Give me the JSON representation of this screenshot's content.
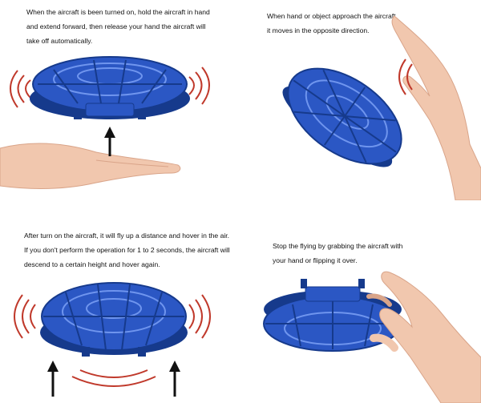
{
  "panels": [
    {
      "caption": [
        "When the aircraft is been turned on, hold the aircraft in hand",
        "and extend forward, then release your hand the aircraft will",
        "take off automatically."
      ]
    },
    {
      "caption": [
        "When hand or object approach the aircraft,",
        "it moves in the opposite direction."
      ]
    },
    {
      "caption": [
        "After turn on the aircraft, it will fly up a distance and hover in the air.",
        "If you don't perform the operation for 1 to 2 seconds, the aircraft will",
        "descend to a certain height and hover again."
      ]
    },
    {
      "caption": [
        "Stop the flying by grabbing the aircraft with",
        "your hand or flipping it over."
      ]
    }
  ],
  "colors": {
    "drone_blue": "#2b57c4",
    "drone_dark": "#163a8c",
    "drone_light": "#6f95ee",
    "signal_red": "#c0392b",
    "skin": "#f1c7ae",
    "skin_shadow": "#d9a489",
    "arrow": "#111111"
  }
}
